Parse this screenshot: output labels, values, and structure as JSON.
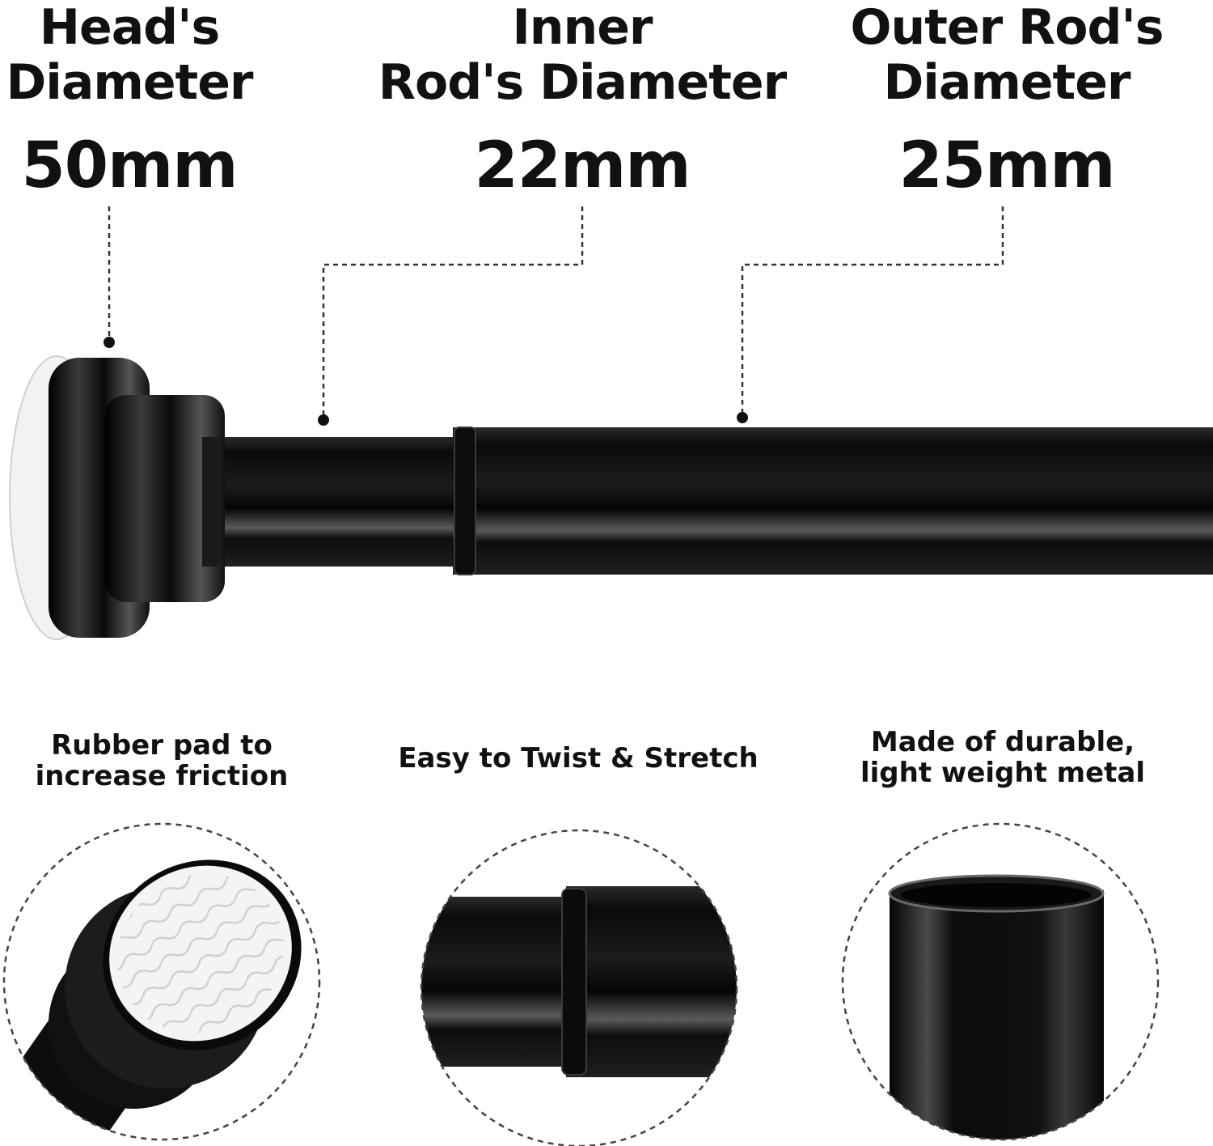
{
  "dimensions": {
    "head": {
      "title_lines": [
        "Head's",
        "Diameter"
      ],
      "value": "50mm"
    },
    "inner_rod": {
      "title_lines": [
        "Inner",
        "Rod's Diameter"
      ],
      "value": "22mm"
    },
    "outer_rod": {
      "title_lines": [
        "Outer Rod's",
        "Diameter"
      ],
      "value": "25mm"
    }
  },
  "features": {
    "rubber_pad": {
      "lines": [
        "Rubber pad to",
        "increase friction"
      ]
    },
    "twist": {
      "lines": [
        "Easy to Twist & Stretch"
      ]
    },
    "metal": {
      "lines": [
        "Made of durable,",
        "light weight metal"
      ]
    }
  },
  "colors": {
    "rod": "#121212",
    "highlight": "#6e6e6e",
    "text": "#111111",
    "pad": "#f3f3f3"
  }
}
